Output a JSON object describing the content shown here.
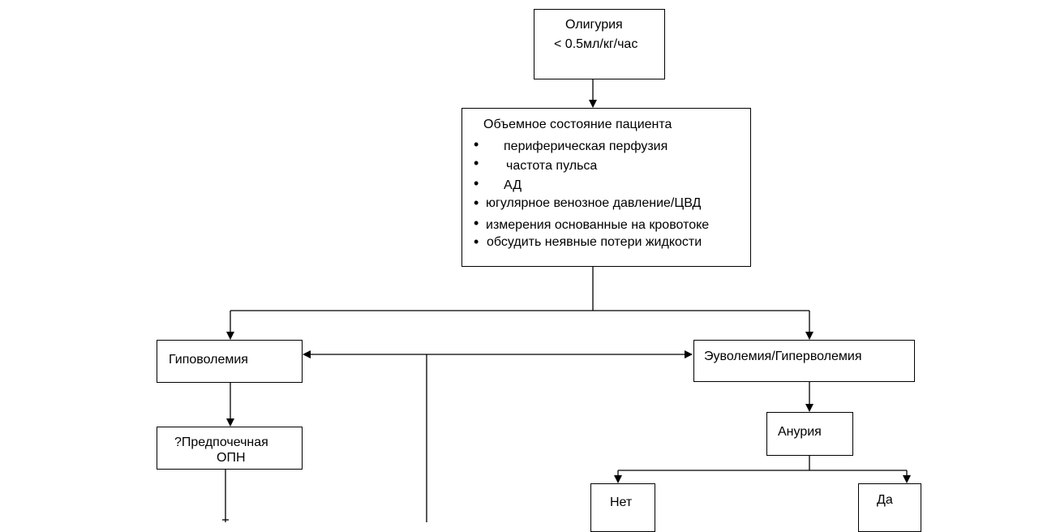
{
  "nodes": {
    "oliguria": {
      "line1": "Олигурия",
      "line2": "< 0.5мл/кг/час"
    },
    "volume_status": {
      "title": "Объемное состояние пациента",
      "items": [
        "периферическая перфузия",
        "частота пульса",
        "АД",
        "югулярное венозное давление/ЦВД",
        "измерения основанные на кровотоке",
        "обсудить неявные потери жидкости"
      ]
    },
    "hypovolemia": {
      "label": "Гиповолемия"
    },
    "euvolemia": {
      "label": "Эуволемия/Гиперволемия"
    },
    "prerenal": {
      "line1": "?Предпочечная",
      "line2": "ОПН"
    },
    "anuria": {
      "label": "Анурия"
    },
    "no": {
      "label": "Нет"
    },
    "yes": {
      "label": "Да"
    }
  },
  "bullet_glyph": "•"
}
